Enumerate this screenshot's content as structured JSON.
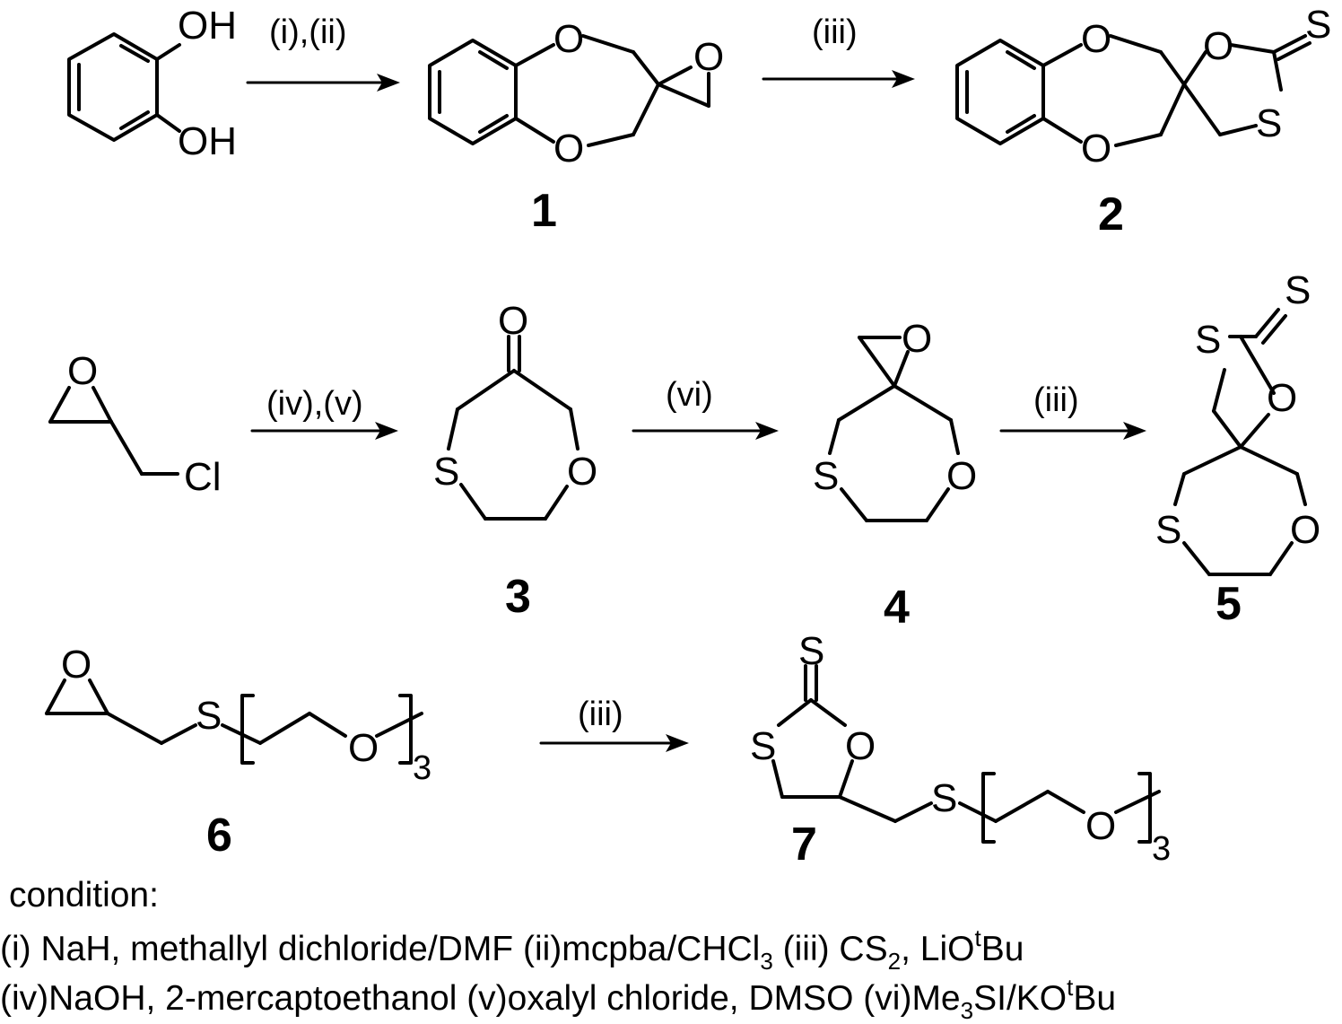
{
  "atoms": {
    "oh": "OH",
    "o": "O",
    "s": "S",
    "cl": "Cl",
    "sub3": "3"
  },
  "compounds": {
    "c1": "1",
    "c2": "2",
    "c3": "3",
    "c4": "4",
    "c5": "5",
    "c6": "6",
    "c7": "7"
  },
  "arrows": {
    "a1": "(i),(ii)",
    "a2": "(iii)",
    "a3": "(iv),(v)",
    "a4": "(vi)",
    "a5": "(iii)",
    "a6": "(iii)"
  },
  "conditions": {
    "heading": "condition:",
    "line1": {
      "p1": "(i) NaH, methallyl dichloride/DMF (ii)mcpba/CHCl",
      "s1": "3",
      "p2": " (iii) CS",
      "s2": "2",
      "p3": ", LiO",
      "sup1": "t",
      "p4": "Bu"
    },
    "line2": {
      "p1": "(iv)NaOH, 2-mercaptoethanol (v)oxalyl chloride, DMSO (vi)Me",
      "s1": "3",
      "p2": "SI/KO",
      "sup1": "t",
      "p3": "Bu"
    }
  }
}
